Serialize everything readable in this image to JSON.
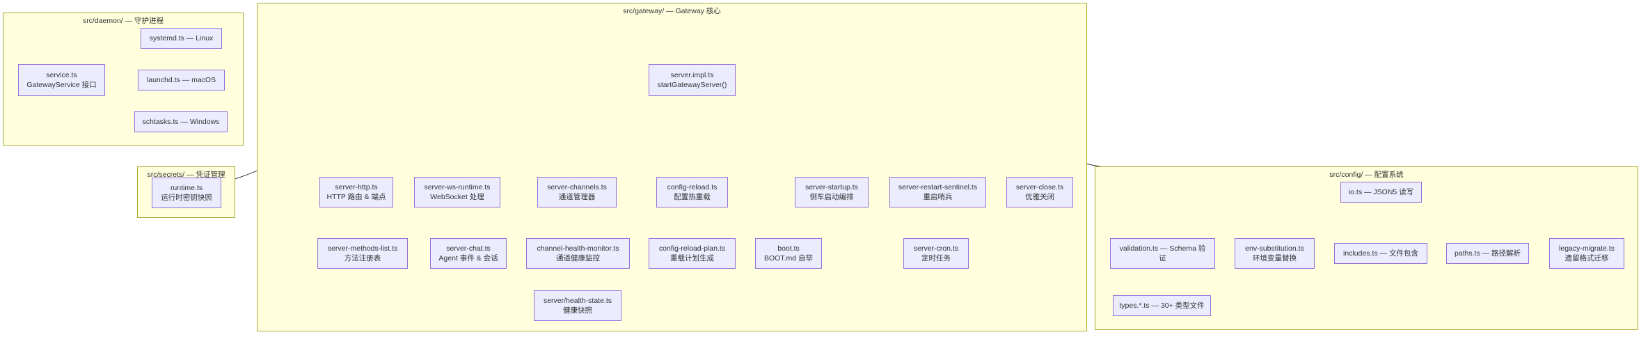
{
  "clusters": {
    "daemon": "src/daemon/ — 守护进程",
    "gateway": "src/gateway/ — Gateway 核心",
    "secrets": "src/secrets/ — 凭证管理",
    "config": "src/config/ — 配置系统"
  },
  "nodes": {
    "service": [
      "service.ts",
      "GatewayService 接口"
    ],
    "systemd": [
      "systemd.ts — Linux"
    ],
    "launchd": [
      "launchd.ts — macOS"
    ],
    "schtasks": [
      "schtasks.ts — Windows"
    ],
    "runtime": [
      "runtime.ts",
      "运行时密钥快照"
    ],
    "impl": [
      "server.impl.ts",
      "startGatewayServer()"
    ],
    "http": [
      "server-http.ts",
      "HTTP 路由 & 端点"
    ],
    "ws": [
      "server-ws-runtime.ts",
      "WebSocket 处理"
    ],
    "channels": [
      "server-channels.ts",
      "通道管理器"
    ],
    "reload": [
      "config-reload.ts",
      "配置热重载"
    ],
    "startup": [
      "server-startup.ts",
      "侧车启动编排"
    ],
    "sentinel": [
      "server-restart-sentinel.ts",
      "重启哨兵"
    ],
    "close": [
      "server-close.ts",
      "优雅关闭"
    ],
    "methods": [
      "server-methods-list.ts",
      "方法注册表"
    ],
    "chat": [
      "server-chat.ts",
      "Agent 事件 & 会话"
    ],
    "monitor": [
      "channel-health-monitor.ts",
      "通道健康监控"
    ],
    "plan": [
      "config-reload-plan.ts",
      "重载计划生成"
    ],
    "boot": [
      "boot.ts",
      "BOOT.md 自举"
    ],
    "cron": [
      "server-cron.ts",
      "定时任务"
    ],
    "health": [
      "server/health-state.ts",
      "健康快照"
    ],
    "io": [
      "io.ts — JSON5 读写"
    ],
    "validation": [
      "validation.ts — Schema 验",
      "证"
    ],
    "envsub": [
      "env-substitution.ts",
      "环境变量替换"
    ],
    "includes": [
      "includes.ts — 文件包含"
    ],
    "paths": [
      "paths.ts — 路径解析"
    ],
    "legacy": [
      "legacy-migrate.ts",
      "遗留格式迁移"
    ],
    "types": [
      "types.*.ts — 30+ 类型文件"
    ]
  },
  "colors": {
    "cluster_fill": "#ffffde",
    "cluster_border": "#aaaa33",
    "node_fill": "#ececff",
    "node_border": "#9370db",
    "edge": "#333333",
    "text": "#333333"
  }
}
